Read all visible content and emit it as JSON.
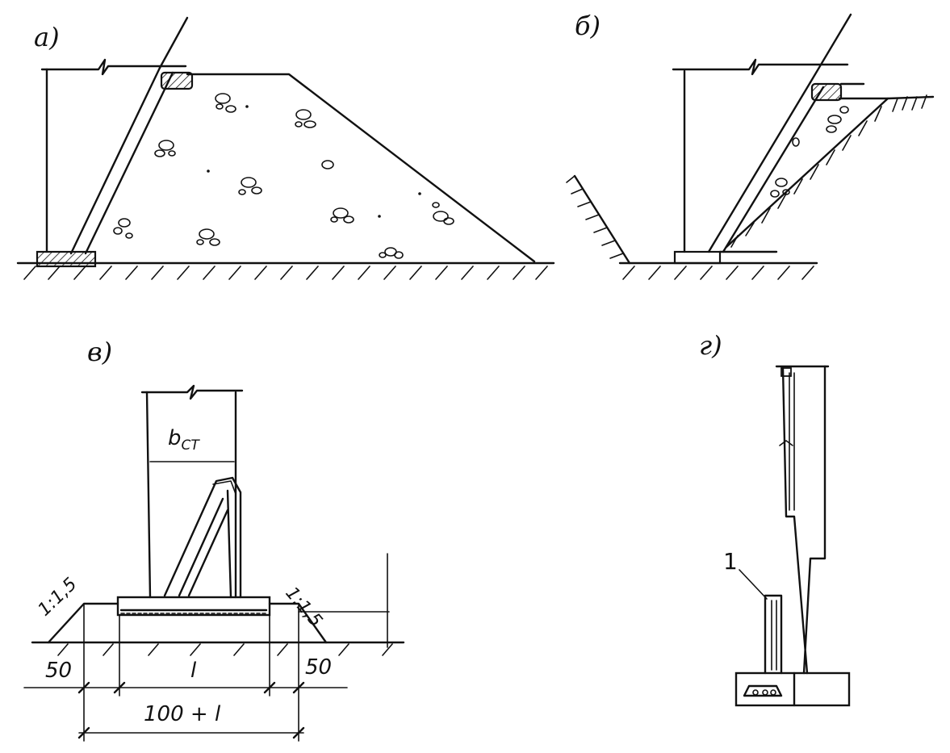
{
  "panels": {
    "a": {
      "label": "а)"
    },
    "b": {
      "label": "б)"
    },
    "v": {
      "label": "в)",
      "wall_width": "b",
      "wall_width_sub": "СТ",
      "slope_left": "1:1,5",
      "slope_right": "1:1,5",
      "dim_left": "50",
      "dim_mid": "l",
      "dim_right": "50",
      "dim_total": "100 + l"
    },
    "g": {
      "label": "г)",
      "callout": "1"
    }
  },
  "colors": {
    "ink": "#111111",
    "paper": "#ffffff"
  }
}
